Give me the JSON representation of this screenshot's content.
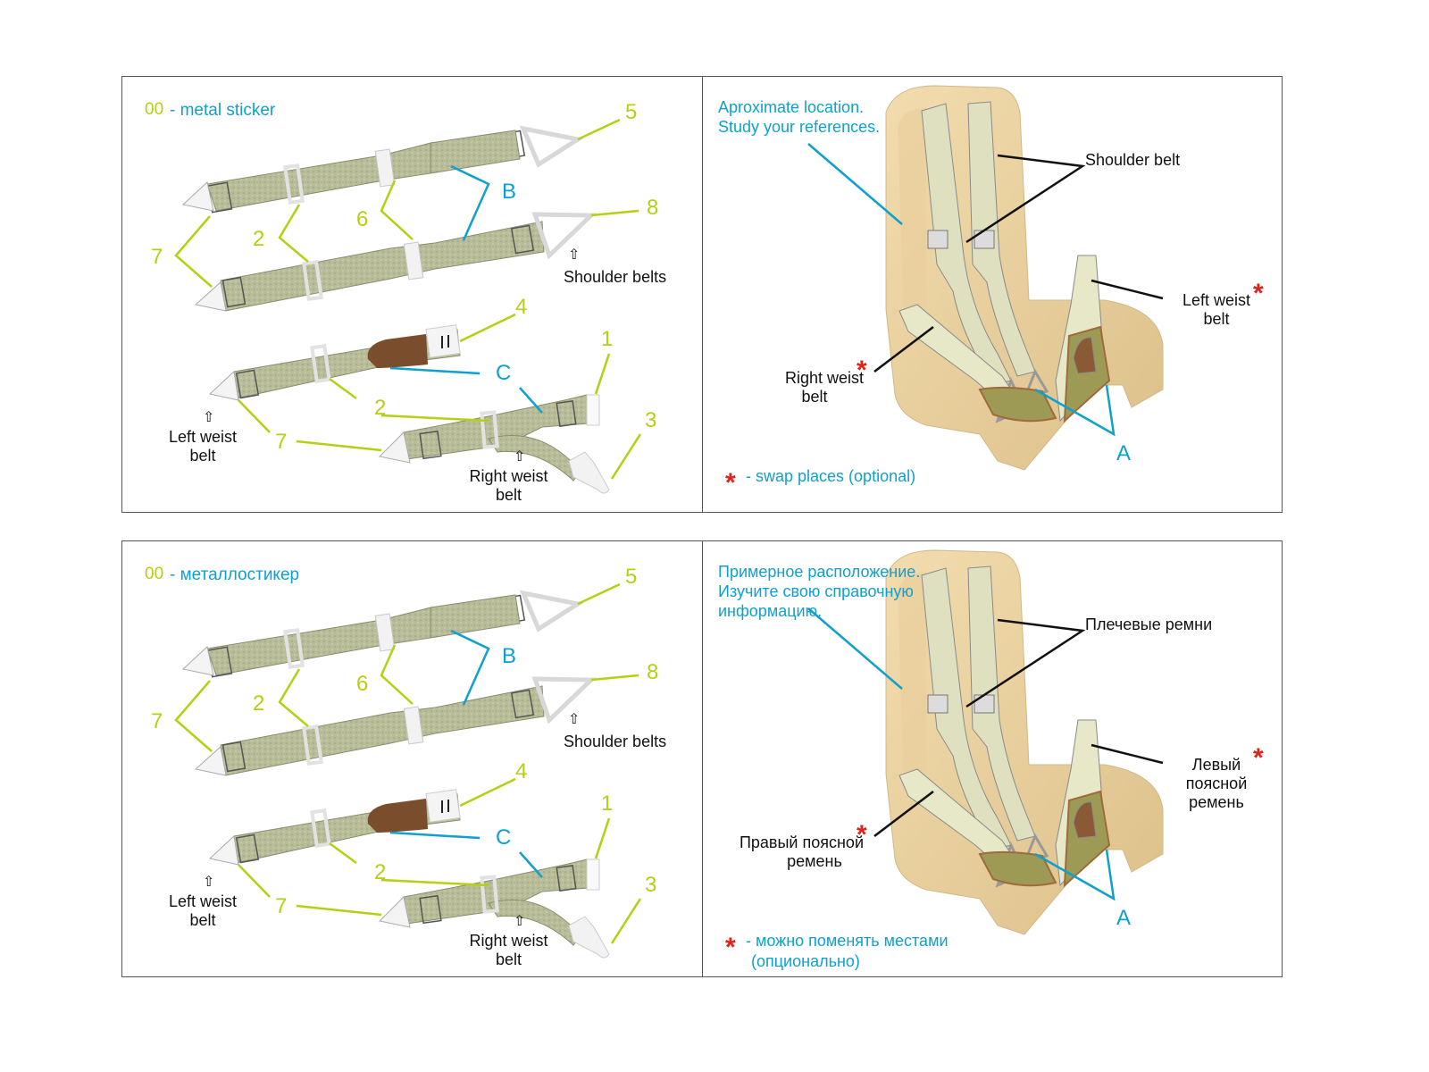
{
  "colors": {
    "callout_number": "#b5cf12",
    "callout_letter": "#0fa0cd",
    "note_text": "#0fa0cd",
    "caption_text": "#111111",
    "swap_star": "#e0221b",
    "belt_fabric": "#b9bc98",
    "leather_tab": "#7a4e2d",
    "seat_resin": "#ecd3a3",
    "frame_border": "#555555"
  },
  "sections": [
    {
      "language": "en",
      "parts_panel": {
        "legend_code": "00",
        "legend_text": "- metal sticker",
        "callouts": {
          "n5": "5",
          "n8": "8",
          "n6": "6",
          "n2a": "2",
          "n7a": "7",
          "n4": "4",
          "n1": "1",
          "n3": "3",
          "n2b": "2",
          "n7b": "7",
          "letter_b": "B",
          "letter_c": "C"
        },
        "captions": {
          "shoulder_belts": "Shoulder belts",
          "left_waist_belt_line1": "Left weist",
          "left_waist_belt_line2": "belt",
          "right_waist_belt_line1": "Right weist",
          "right_waist_belt_line2": "belt"
        },
        "arrow_icon": "⇧"
      },
      "seat_panel": {
        "note_line1": "Aproximate location.",
        "note_line2": "Study your references.",
        "shoulder_belt": "Shoulder belt",
        "left_waist_line1": "Left weist",
        "left_waist_line2": "belt",
        "right_waist_line1": "Right weist",
        "right_waist_line2": "belt",
        "letter_a": "A",
        "star": "*",
        "swap_note_line1": "-  swap places (optional)",
        "swap_note_line2": ""
      }
    },
    {
      "language": "ru",
      "parts_panel": {
        "legend_code": "00",
        "legend_text": "- металлостикер",
        "callouts": {
          "n5": "5",
          "n8": "8",
          "n6": "6",
          "n2a": "2",
          "n7a": "7",
          "n4": "4",
          "n1": "1",
          "n3": "3",
          "n2b": "2",
          "n7b": "7",
          "letter_b": "B",
          "letter_c": "C"
        },
        "captions": {
          "shoulder_belts": "Shoulder belts",
          "left_waist_belt_line1": "Left weist",
          "left_waist_belt_line2": "belt",
          "right_waist_belt_line1": "Right weist",
          "right_waist_belt_line2": "belt"
        },
        "arrow_icon": "⇧"
      },
      "seat_panel": {
        "note_line1": "Примерное расположение.",
        "note_line2": "Изучите свою справочную",
        "note_line3": "информацию.",
        "shoulder_belt": "Плечевые ремни",
        "left_waist_line1": "Левый",
        "left_waist_line2": "поясной",
        "left_waist_line3": "ремень",
        "right_waist_line1": "Правый поясной",
        "right_waist_line2": "ремень",
        "letter_a": "A",
        "star": "*",
        "swap_note_line1": "-  можно поменять местами",
        "swap_note_line2": "(опционально)"
      }
    }
  ]
}
